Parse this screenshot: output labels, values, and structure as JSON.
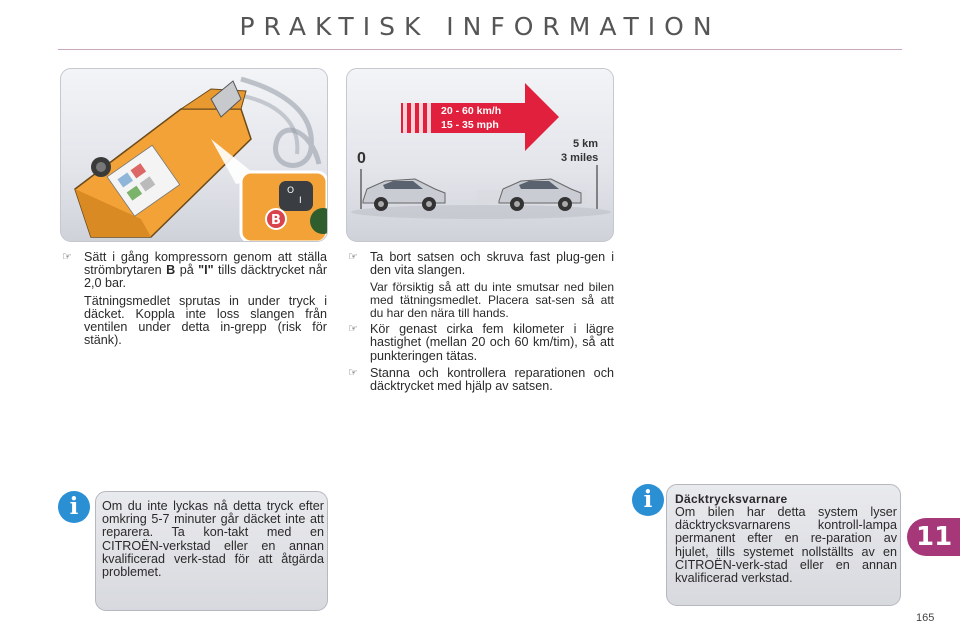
{
  "header": {
    "title": "PRAKTISK INFORMATION"
  },
  "figures": {
    "compressor": {
      "switch_label": "B",
      "switch_mark_o": "O",
      "switch_mark_i": "I"
    },
    "drive": {
      "speed_kmh": "20 - 60 km/h",
      "speed_mph": "15 - 35 mph",
      "start_label": "0",
      "distance_km": "5 km",
      "distance_miles": "3 miles"
    }
  },
  "column1": {
    "bullet1": {
      "t1": "Sätt i gång kompressorn genom att ställa strömbrytaren ",
      "b1": "B",
      "t2": " på ",
      "b2": "\"I\"",
      "t3": " tills däcktrycket når 2,0 bar."
    },
    "para1": "Tätningsmedlet sprutas in under tryck i däcket. Koppla inte loss slangen från ventilen under detta in-grepp (risk för stänk)."
  },
  "column2": {
    "bullet1": "Ta bort satsen och skruva fast plug-gen i den vita slangen.",
    "para1": "Var försiktig så att du inte smutsar ned bilen med tätningsmedlet. Placera sat-sen så att du har den nära till hands.",
    "bullet2": "Kör genast cirka fem kilometer i lägre hastighet (mellan 20 och 60 km/tim), så att punkteringen tätas.",
    "bullet3": "Stanna och kontrollera reparationen och däcktrycket med hjälp av satsen."
  },
  "infobox1": {
    "icon": "info-icon",
    "text": "Om du inte lyckas nå detta tryck efter omkring 5-7 minuter går däcket inte att reparera. Ta kon-takt med en CITROËN-verkstad eller en annan kvalificerad verk-stad för att åtgärda problemet."
  },
  "infobox2": {
    "icon": "info-icon",
    "heading": "Däcktrycksvarnare",
    "text": "Om bilen har detta system lyser däcktrycksvarnarens kontroll-lampa permanent efter en re-paration av hjulet, tills systemet nollställts av en CITROËN-verk-stad eller en annan kvalificerad verkstad."
  },
  "footer": {
    "chapter": "11",
    "page_number": "165"
  },
  "colors": {
    "accent": "#a6387a",
    "info_blue": "#2b8fd4",
    "arrow_red": "#e0203c",
    "kit_orange": "#f2a236"
  },
  "bullet_glyph": "☞"
}
